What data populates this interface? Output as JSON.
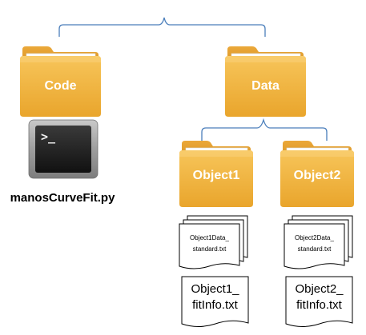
{
  "folders": {
    "code": "Code",
    "data": "Data",
    "object1": "Object1",
    "object2": "Object2"
  },
  "script": {
    "filename": "manosCurveFit.py",
    "terminal_prompt": ">_"
  },
  "files": {
    "object1_data": [
      "Object1Data_",
      "standard.txt"
    ],
    "object2_data": [
      "Object2Data_",
      "standard.txt"
    ],
    "object1_fit": [
      "Object1_",
      "fitInfo.txt"
    ],
    "object2_fit": [
      "Object2_",
      "fitInfo.txt"
    ]
  },
  "colors": {
    "bracket": "#4a7ebb",
    "folder_front": "#f2b13e",
    "folder_back": "#e39f27",
    "folder_paper": "#ffffff",
    "terminal_frame": "#9a9a9a",
    "terminal_screen": "#1c1c1c"
  },
  "icons": {
    "folder": "folder-icon",
    "terminal": "terminal-icon",
    "document": "document-icon",
    "document_stack": "document-stack-icon"
  }
}
